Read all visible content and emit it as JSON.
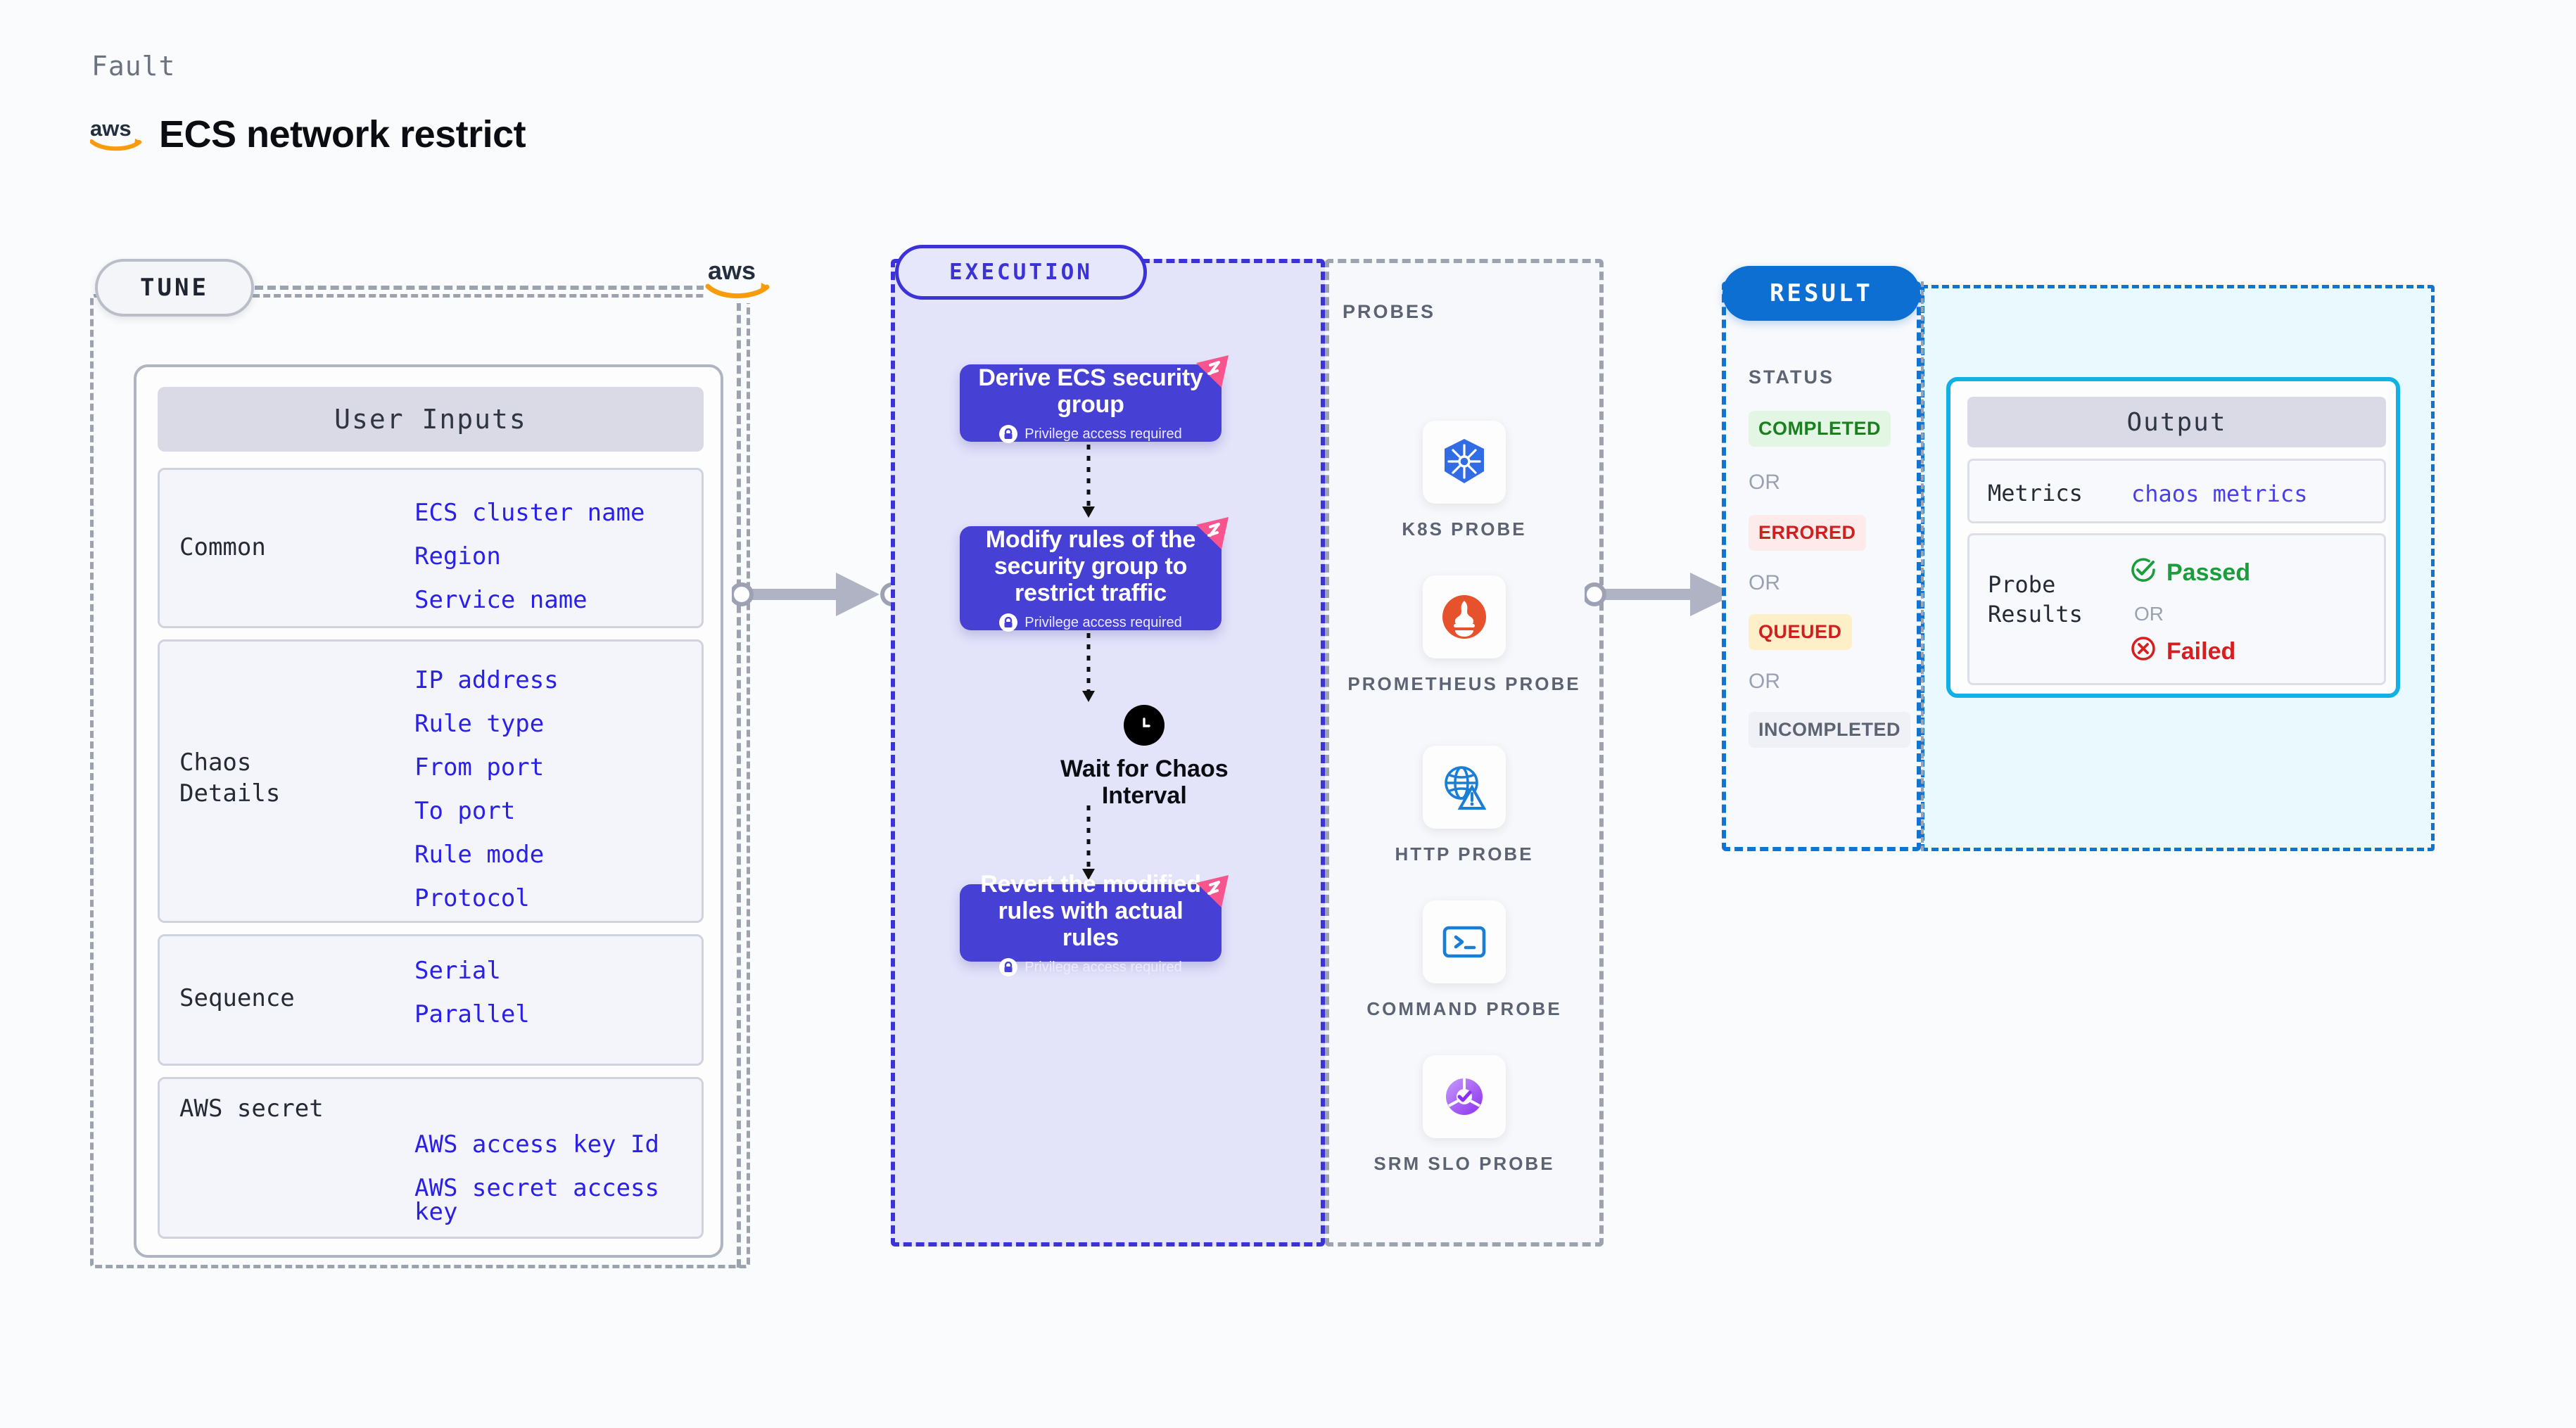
{
  "header": {
    "eyebrow": "Fault",
    "title": "ECS network restrict",
    "logo_icon": "aws-logo-icon"
  },
  "tune": {
    "pill_label": "TUNE",
    "provider_icon": "aws-logo-icon",
    "card": {
      "header": "User Inputs",
      "groups": [
        {
          "label": "Common",
          "fields": [
            "ECS cluster name",
            "Region",
            "Service name"
          ]
        },
        {
          "label": "Chaos\nDetails",
          "fields": [
            "IP address",
            "Rule type",
            "From port",
            "To port",
            "Rule mode",
            "Protocol"
          ]
        },
        {
          "label": "Sequence",
          "fields": [
            "Serial",
            "Parallel"
          ]
        },
        {
          "label": "AWS secret",
          "fields": [
            "AWS access key Id",
            "AWS secret access key"
          ]
        }
      ]
    }
  },
  "execution": {
    "pill_label": "EXECUTION",
    "nodes": [
      {
        "title": "Derive ECS security group",
        "sub": "Privilege access required",
        "badge_icon": "litmus-chaos-icon",
        "lock_icon": "lock-icon"
      },
      {
        "title": "Modify rules of the security group to restrict traffic",
        "sub": "Privilege access required",
        "badge_icon": "litmus-chaos-icon",
        "lock_icon": "lock-icon"
      },
      {
        "title": "Revert the modified rules with actual rules",
        "sub": "Privilege access required",
        "badge_icon": "litmus-chaos-icon",
        "lock_icon": "lock-icon"
      }
    ],
    "wait": {
      "label": "Wait for Chaos Interval",
      "icon": "clock-icon"
    }
  },
  "probes": {
    "section_label": "PROBES",
    "items": [
      {
        "name": "K8S PROBE",
        "icon": "kubernetes-icon"
      },
      {
        "name": "PROMETHEUS PROBE",
        "icon": "prometheus-icon"
      },
      {
        "name": "HTTP PROBE",
        "icon": "http-globe-warning-icon"
      },
      {
        "name": "COMMAND PROBE",
        "icon": "terminal-icon"
      },
      {
        "name": "SRM SLO PROBE",
        "icon": "srm-slo-donut-icon"
      }
    ]
  },
  "result": {
    "pill_label": "RESULT",
    "status_label": "STATUS",
    "or_label": "OR",
    "statuses": [
      {
        "label": "COMPLETED",
        "bg": "#e3f6e4",
        "fg": "#1a7f1f"
      },
      {
        "label": "ERRORED",
        "bg": "#fdeaea",
        "fg": "#cf2020"
      },
      {
        "label": "QUEUED",
        "bg": "#fdf0c8",
        "fg": "#cf2020"
      },
      {
        "label": "INCOMPLETED",
        "bg": "#f0f1f6",
        "fg": "#5c6373"
      }
    ],
    "output": {
      "header": "Output",
      "metrics_label": "Metrics",
      "metrics_value": "chaos metrics",
      "probe_results_label": "Probe\nResults",
      "passed_label": "Passed",
      "failed_label": "Failed",
      "or_label": "OR",
      "passed_icon": "check-circle-icon",
      "failed_icon": "x-circle-icon"
    }
  },
  "colors": {
    "accent_purple": "#4740d4",
    "accent_blue": "#0d6fd1",
    "accent_cyan": "#11b0e5",
    "litmus_pink": "#f8558f",
    "aws_orange": "#f89c0e",
    "field_blue": "#2a20e8"
  }
}
